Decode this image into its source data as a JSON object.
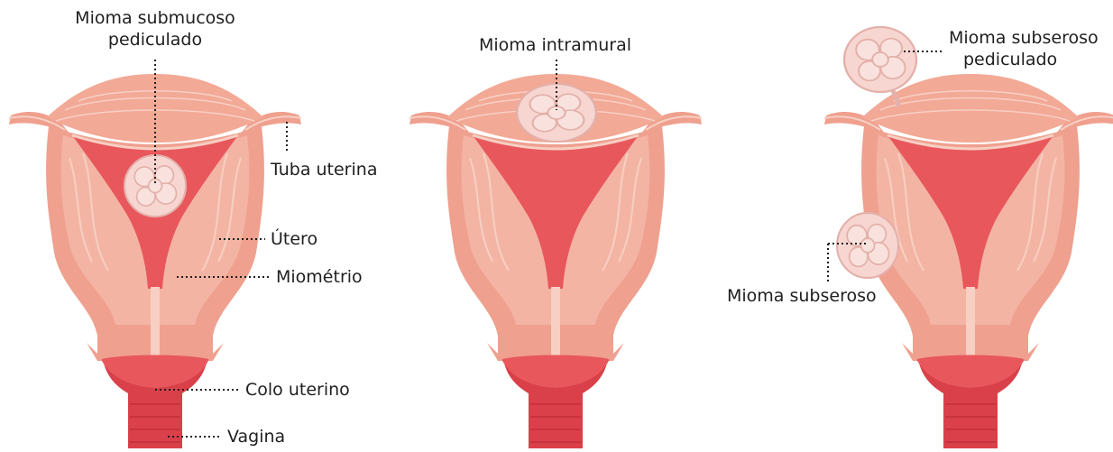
{
  "colors": {
    "uterus_outer": "#efa08e",
    "uterus_wall": "#f4b4a4",
    "uterus_cavity": "#e8575c",
    "fold_lines": "#f7cfc3",
    "fundus_highlight": "#f2a996",
    "cervix": "#d9404a",
    "fibroid_fill": "#f7d6d1",
    "fibroid_stroke": "#e4b0aa",
    "label_text": "#1f1f1f",
    "leader_line": "#1f1f1f"
  },
  "panels": [
    {
      "id": "panel-left",
      "labels": {
        "mioma_submucoso_line1": "Mioma submucoso",
        "mioma_submucoso_line2": "pediculado",
        "tuba_uterina": "Tuba uterina",
        "utero": "Útero",
        "miometrio": "Miométrio",
        "colo_uterino": "Colo uterino",
        "vagina": "Vagina"
      }
    },
    {
      "id": "panel-middle",
      "labels": {
        "mioma_intramural": "Mioma intramural"
      }
    },
    {
      "id": "panel-right",
      "labels": {
        "mioma_subseroso_pediculado_line1": "Mioma subseroso",
        "mioma_subseroso_pediculado_line2": "pediculado",
        "mioma_subseroso": "Mioma subseroso"
      }
    }
  ]
}
